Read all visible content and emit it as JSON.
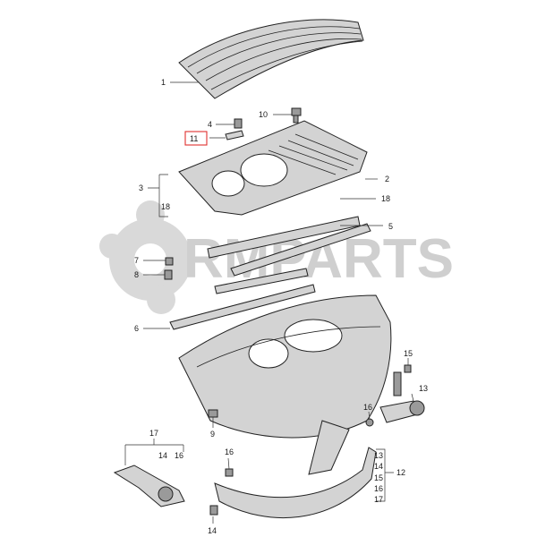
{
  "watermark": {
    "text": "RMPARTS"
  },
  "highlight": {
    "color": "#e0302f",
    "item": "11"
  },
  "callouts": {
    "c1": "1",
    "c2": "2",
    "c3": "3",
    "c4": "4",
    "c5": "5",
    "c6": "6",
    "c7": "7",
    "c8": "8",
    "c9": "9",
    "c10": "10",
    "c11": "11",
    "c12": "12",
    "c13": "13",
    "c14": "14",
    "c15": "15",
    "c16": "16",
    "c17": "17",
    "c18": "18",
    "group3_sub": "18",
    "group17_sub_a": "14",
    "group17_sub_b": "16",
    "group12_sub": [
      "13",
      "14",
      "15",
      "16",
      "17"
    ],
    "c14_bottom": "14",
    "c16_bottom": "16",
    "c16_mid": "16",
    "c15_mid": "15",
    "c13_mid": "13"
  }
}
